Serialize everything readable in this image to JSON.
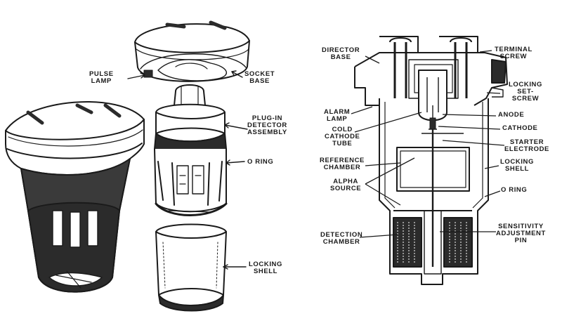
{
  "colors": {
    "ink": "#1a1a1a",
    "paper": "#ffffff",
    "shade": "#2b2b2b"
  },
  "left_labels": {
    "pulse_lamp": "PULSE\nLAMP",
    "socket_base": "SOCKET\nBASE",
    "plug_in_detector_assembly": "PLUG-IN\nDETECTOR\nASSEMBLY",
    "o_ring": "O RING",
    "locking_shell": "LOCKING\nSHELL"
  },
  "right_labels": {
    "director_base": "DIRECTOR\nBASE",
    "terminal_screw": "TERMINAL\nSCREW",
    "locking_set_screw": "LOCKING\nSET-\nSCREW",
    "alarm_lamp": "ALARM\nLAMP",
    "anode": "ANODE",
    "cold_cathode_tube": "COLD\nCATHODE\nTUBE",
    "cathode": "CATHODE",
    "starter_electrode": "STARTER\nELECTRODE",
    "reference_chamber": "REFERENCE\nCHAMBER",
    "locking_shell": "LOCKING\nSHELL",
    "alpha_source": "ALPHA\nSOURCE",
    "o_ring": "O RING",
    "detection_chamber": "DETECTION\nCHAMBER",
    "sensitivity_adjustment_pin": "SENSITIVITY\nADJUSTMENT\nPIN"
  }
}
